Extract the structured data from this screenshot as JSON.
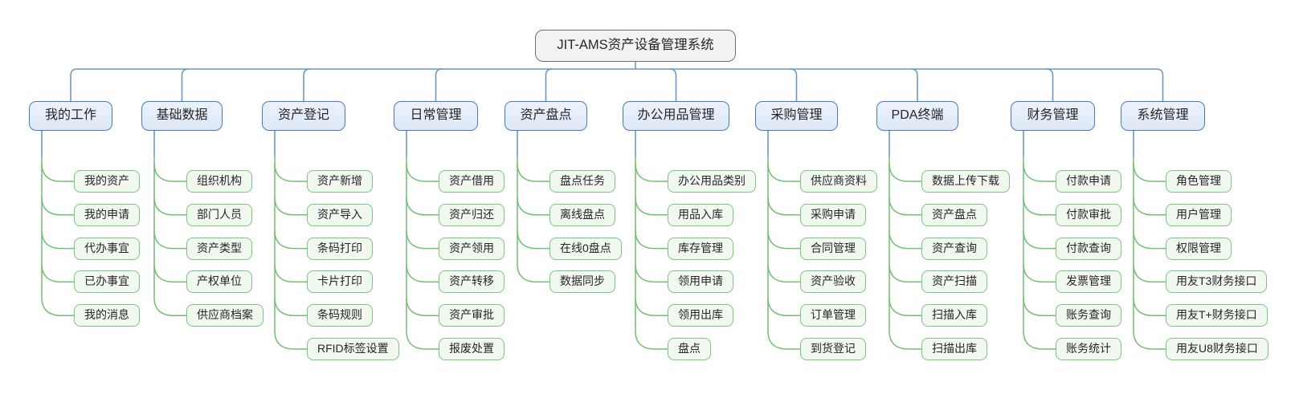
{
  "title": "JIT-AMS资产设备管理系统",
  "colors": {
    "canvas_bg": "#ffffff",
    "root_border": "#6f6f6f",
    "root_fill": "#f2f2f2",
    "branch_border": "#4a7ab5",
    "branch_fill": "#e4edf8",
    "leaf_border": "#7dc47d",
    "leaf_fill": "#f0f8f0",
    "blue_connector": "#6d96c8",
    "green_connector": "#72bf72",
    "text": "#262626"
  },
  "branches": [
    {
      "label": "我的工作",
      "children": [
        "我的资产",
        "我的申请",
        "代办事宜",
        "已办事宜",
        "我的消息"
      ]
    },
    {
      "label": "基础数据",
      "children": [
        "组织机构",
        "部门人员",
        "资产类型",
        "产权单位",
        "供应商档案"
      ]
    },
    {
      "label": "资产登记",
      "children": [
        "资产新增",
        "资产导入",
        "条码打印",
        "卡片打印",
        "条码规则",
        "RFID标签设置"
      ]
    },
    {
      "label": "日常管理",
      "children": [
        "资产借用",
        "资产归还",
        "资产领用",
        "资产转移",
        "资产审批",
        "报废处置"
      ]
    },
    {
      "label": "资产盘点",
      "children": [
        "盘点任务",
        "离线盘点",
        "在线0盘点",
        "数据同步"
      ]
    },
    {
      "label": "办公用品管理",
      "children": [
        "办公用品类别",
        "用品入库",
        "库存管理",
        "领用申请",
        "领用出库",
        "盘点"
      ]
    },
    {
      "label": "采购管理",
      "children": [
        "供应商资料",
        "采购申请",
        "合同管理",
        "资产验收",
        "订单管理",
        "到货登记"
      ]
    },
    {
      "label": "PDA终端",
      "children": [
        "数据上传下载",
        "资产盘点",
        "资产查询",
        "资产扫描",
        "扫描入库",
        "扫描出库"
      ]
    },
    {
      "label": "财务管理",
      "children": [
        "付款申请",
        "付款审批",
        "付款查询",
        "发票管理",
        "账务查询",
        "账务统计"
      ]
    },
    {
      "label": "系统管理",
      "children": [
        "角色管理",
        "用户管理",
        "权限管理",
        "用友T3财务接口",
        "用友T+财务接口",
        "用友U8财务接口"
      ]
    }
  ]
}
